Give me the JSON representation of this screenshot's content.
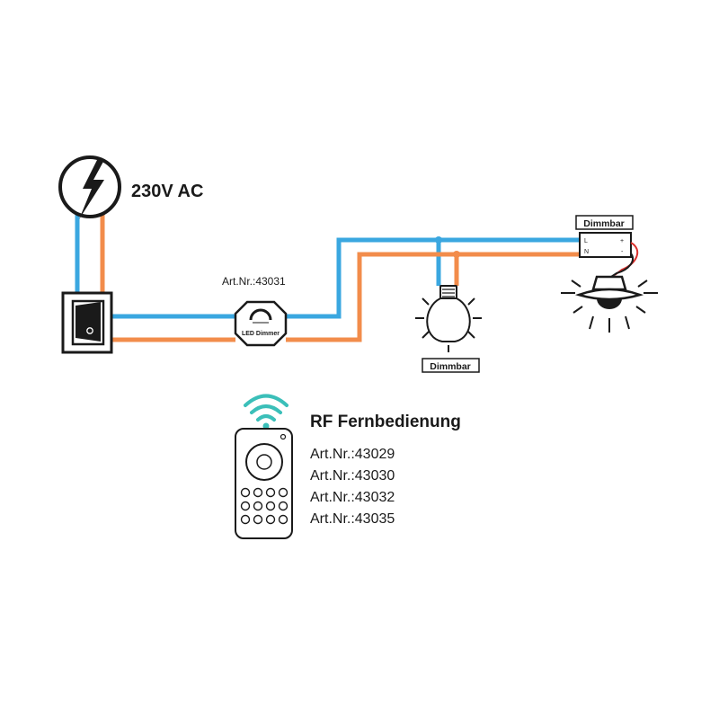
{
  "source": {
    "label": "230V AC"
  },
  "dimmer": {
    "article": "Art.Nr.:43031",
    "label": "LED Dimmer"
  },
  "bulb": {
    "tag": "Dimmbar"
  },
  "downlight": {
    "tag": "Dimmbar",
    "terminal_l": "L",
    "terminal_n": "N",
    "plus": "+",
    "minus": "-"
  },
  "remote": {
    "title": "RF Fernbedienung",
    "articles": [
      "Art.Nr.:43029",
      "Art.Nr.:43030",
      "Art.Nr.:43032",
      "Art.Nr.:43035"
    ]
  },
  "colors": {
    "live": "#f28c4b",
    "neutral": "#3aa7e0",
    "wifi": "#3bbfb9",
    "ink": "#1a1a1a",
    "driver_wire": "#d9302c"
  }
}
